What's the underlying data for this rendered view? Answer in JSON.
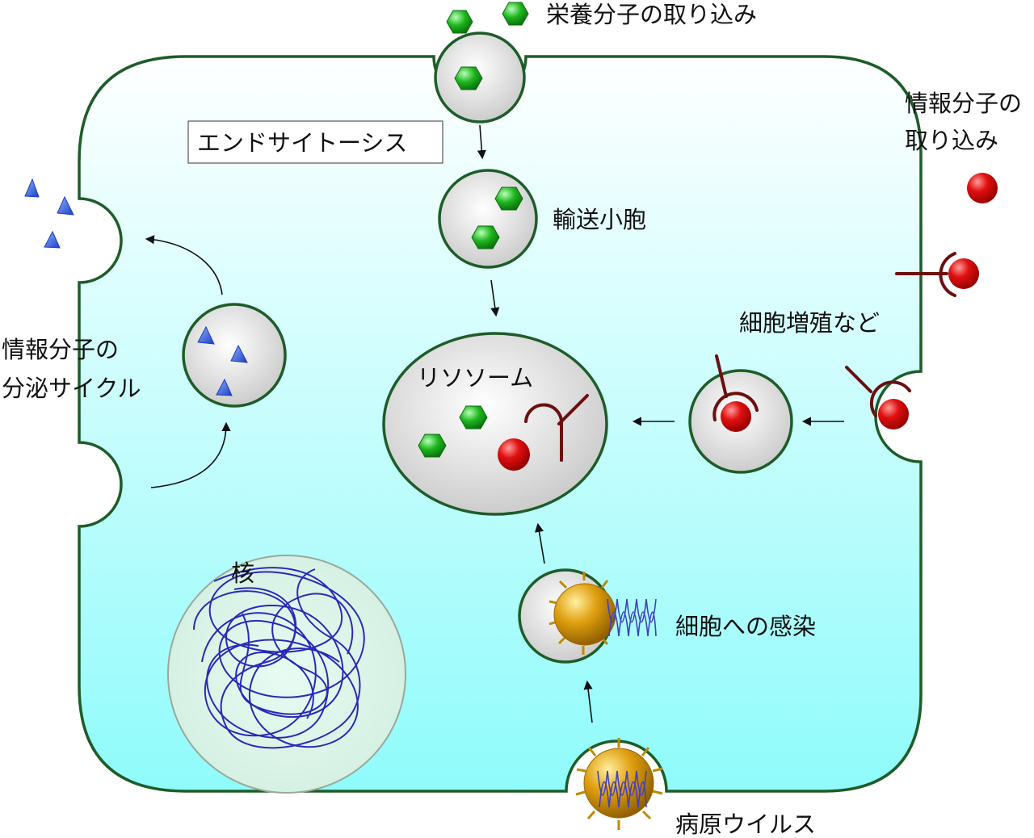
{
  "labels": {
    "nutrient_uptake": "栄養分子の取り込み",
    "endocytosis": "エンドサイトーシス",
    "info_uptake_line1": "情報分子の",
    "info_uptake_line2": "取り込み",
    "transport_vesicle": "輸送小胞",
    "cell_proliferation": "細胞増殖など",
    "lysosome": "リソソーム",
    "secretion_line1": "情報分子の",
    "secretion_line2": "分泌サイクル",
    "nucleus": "核",
    "infection": "細胞への感染",
    "virus": "病原ウイルス"
  },
  "colors": {
    "cell_fill_top": "#ffffff",
    "cell_fill_bottom": "#8ffbfb",
    "membrane": "#1e5c28",
    "nutrient": "#1db51d",
    "info_molecule": "#e01010",
    "secreted_molecule": "#1a4fe0",
    "receptor": "#6b0f0f",
    "virus": "#e0a010",
    "dna": "#2a2ab8"
  },
  "icons": [
    "green-hexagon-nutrient",
    "red-sphere-ligand",
    "blue-triangle-signal",
    "receptor-hook",
    "virus-particle",
    "dna-tangle"
  ]
}
